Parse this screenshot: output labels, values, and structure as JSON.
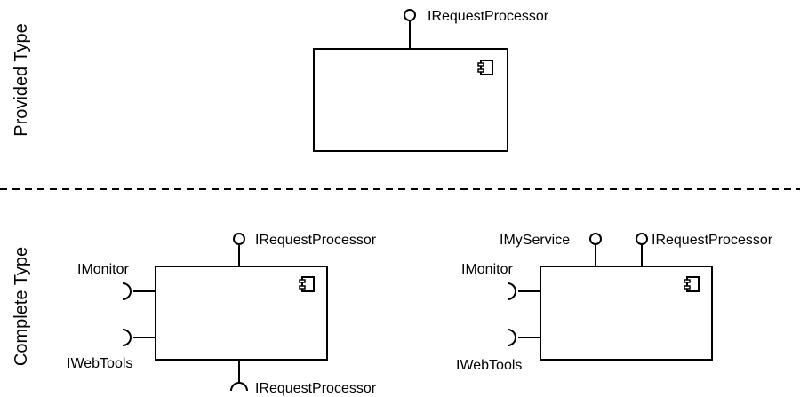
{
  "diagram": {
    "sections": {
      "provided_label": "Provided Type",
      "complete_label": "Complete Type"
    },
    "provided": {
      "top_interface": "IRequestProcessor"
    },
    "complete_a": {
      "top_interface": "IRequestProcessor",
      "left_top_interface": "IMonitor",
      "left_bottom_interface": "IWebTools",
      "bottom_interface": "IRequestProcessor"
    },
    "complete_b": {
      "top_left_interface": "IMyService",
      "top_right_interface": "IRequestProcessor",
      "left_top_interface": "IMonitor",
      "left_bottom_interface": "IWebTools"
    }
  }
}
